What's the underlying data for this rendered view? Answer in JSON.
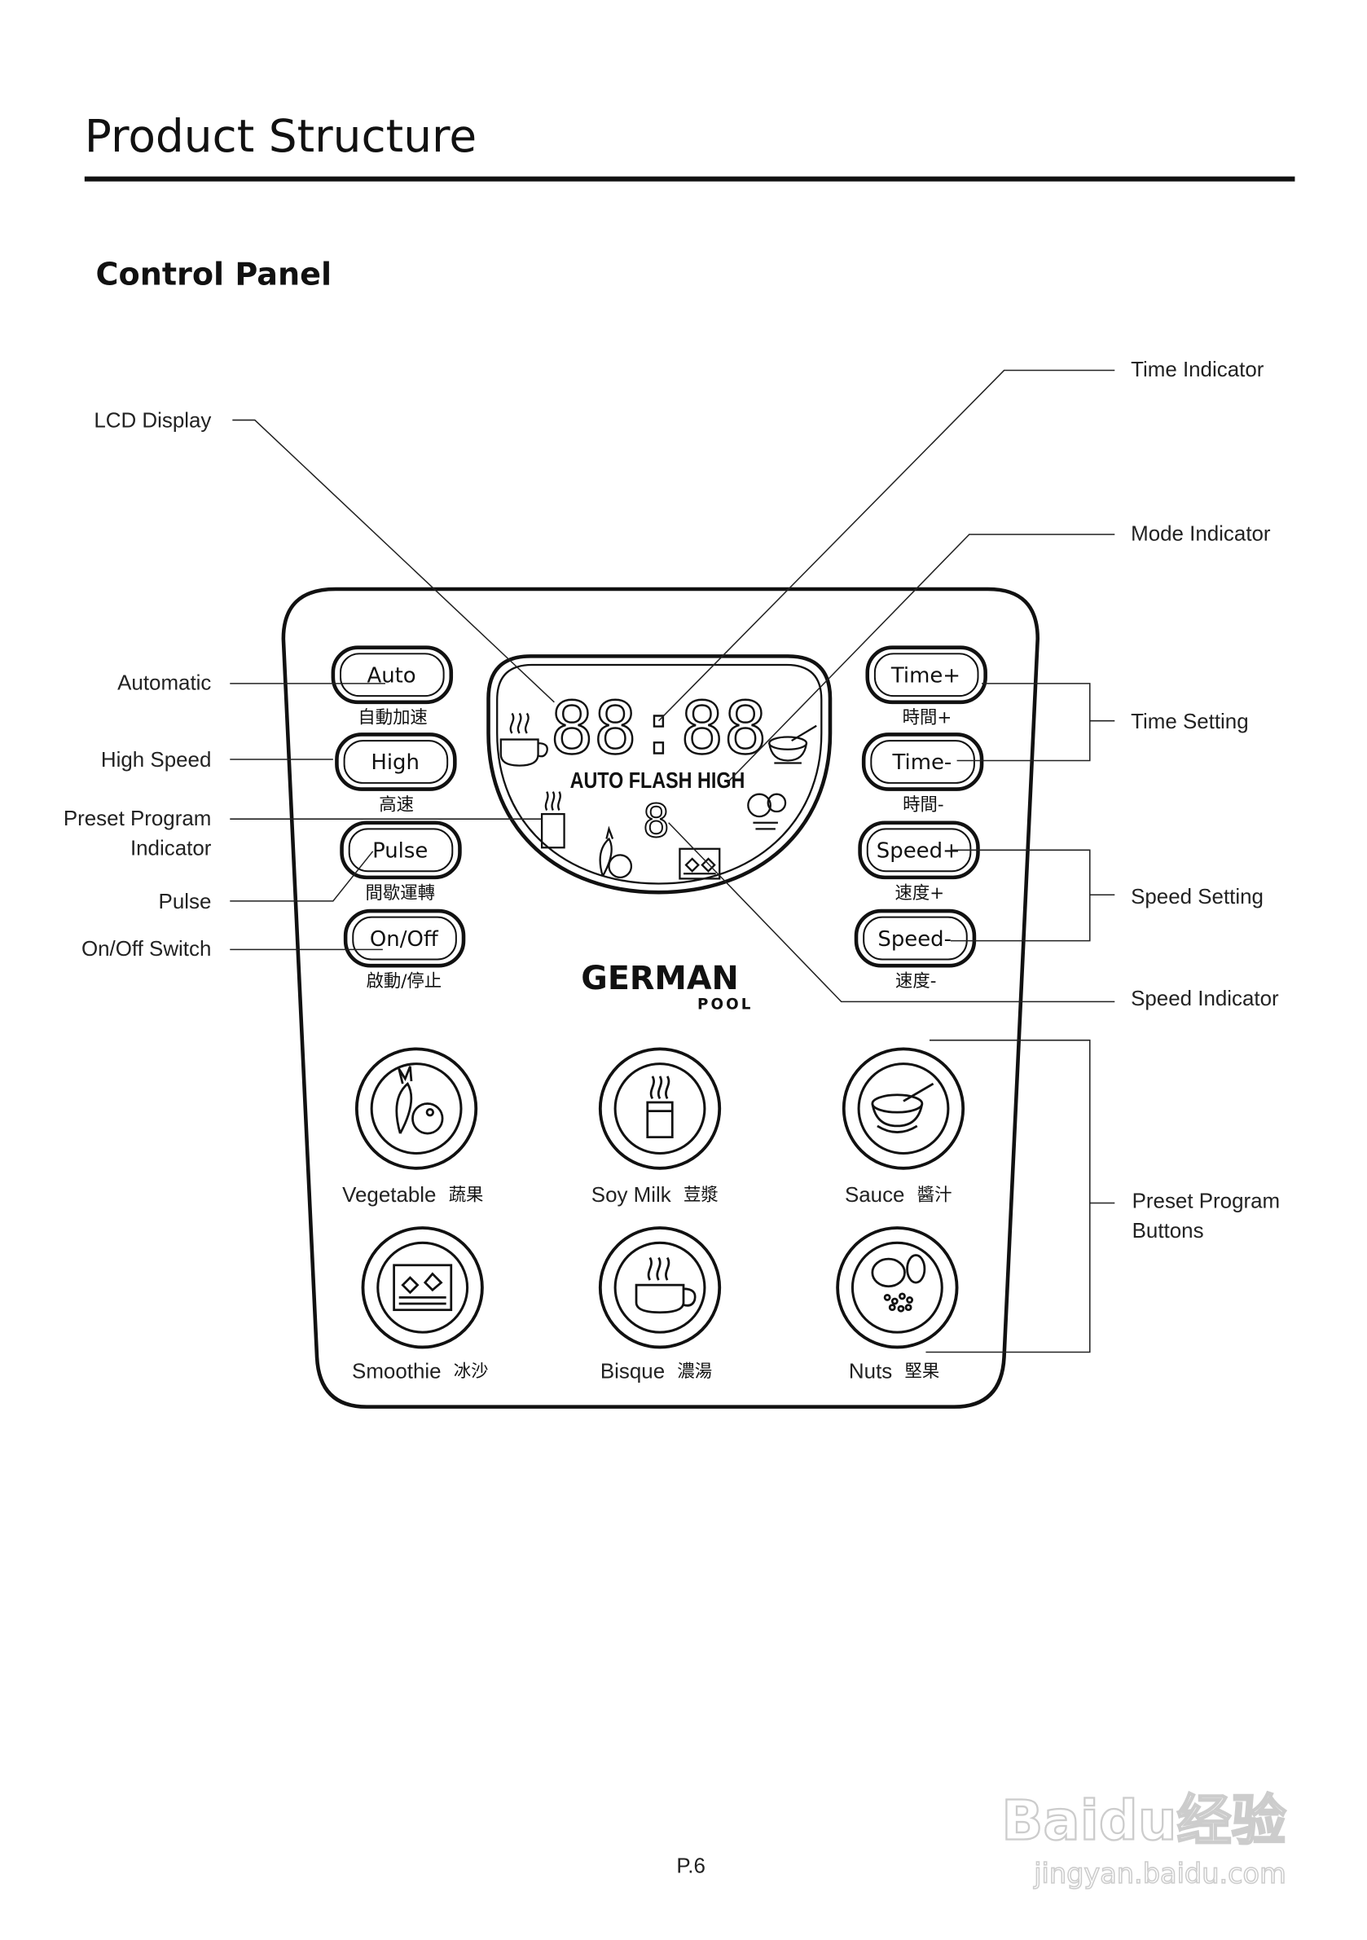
{
  "header": {
    "title": "Product Structure",
    "section": "Control Panel"
  },
  "callouts_left": {
    "lcd_display": "LCD Display",
    "automatic": "Automatic",
    "high_speed": "High Speed",
    "preset_indicator_1": "Preset Program",
    "preset_indicator_2": "Indicator",
    "pulse": "Pulse",
    "onoff_switch": "On/Off Switch"
  },
  "callouts_right": {
    "time_indicator": "Time Indicator",
    "mode_indicator": "Mode Indicator",
    "time_setting": "Time Setting",
    "speed_setting": "Speed Setting",
    "speed_indicator": "Speed Indicator",
    "preset_buttons_1": "Preset Program",
    "preset_buttons_2": "Buttons"
  },
  "buttons_left": [
    {
      "label": "Auto",
      "cn": "自動加速"
    },
    {
      "label": "High",
      "cn": "高速"
    },
    {
      "label": "Pulse",
      "cn": "間歇運轉"
    },
    {
      "label": "On/Off",
      "cn": "啟動/停止"
    }
  ],
  "buttons_right": [
    {
      "label": "Time+",
      "cn": "時間+"
    },
    {
      "label": "Time-",
      "cn": "時間-"
    },
    {
      "label": "Speed+",
      "cn": "速度+"
    },
    {
      "label": "Speed-",
      "cn": "速度-"
    }
  ],
  "lcd": {
    "time": "88:88",
    "modes": "AUTO  FLASH  HIGH",
    "speed": "8"
  },
  "brand": {
    "name": "GERMAN",
    "sub": "POOL"
  },
  "presets": [
    {
      "label": "Vegetable",
      "cn": "蔬果",
      "icon": "vegetable-icon"
    },
    {
      "label": "Soy Milk",
      "cn": "荳漿",
      "icon": "soy-milk-icon"
    },
    {
      "label": "Sauce",
      "cn": "醬汁",
      "icon": "sauce-icon"
    },
    {
      "label": "Smoothie",
      "cn": "冰沙",
      "icon": "smoothie-icon"
    },
    {
      "label": "Bisque",
      "cn": "濃湯",
      "icon": "bisque-icon"
    },
    {
      "label": "Nuts",
      "cn": "堅果",
      "icon": "nuts-icon"
    }
  ],
  "footer": {
    "page": "P.6"
  },
  "watermark": {
    "text": "Baidu经验",
    "url": "jingyan.baidu.com"
  }
}
